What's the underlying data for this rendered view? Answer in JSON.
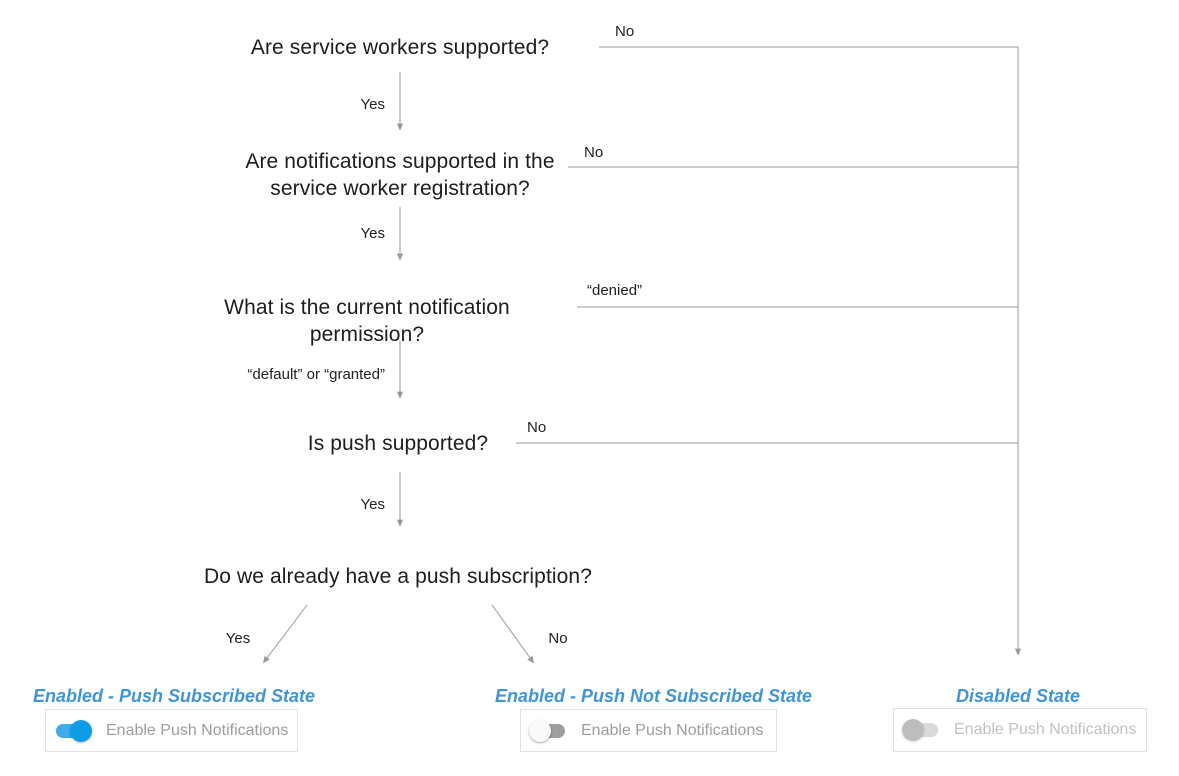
{
  "flowchart": {
    "title_context": "Push notification permission decision flow",
    "questions": [
      {
        "id": "q1",
        "text": "Are service workers supported?"
      },
      {
        "id": "q2",
        "text": "Are notifications supported in the service worker registration?"
      },
      {
        "id": "q3",
        "text": "What is the current notification permission?"
      },
      {
        "id": "q4",
        "text": "Is push supported?"
      },
      {
        "id": "q5",
        "text": "Do we already have a push subscription?"
      }
    ],
    "edge_labels": {
      "q1_yes": "Yes",
      "q1_no": "No",
      "q2_yes": "Yes",
      "q2_no": "No",
      "q3_down": "“default” or “granted”",
      "q3_side": "“denied”",
      "q4_yes": "Yes",
      "q4_no": "No",
      "q5_yes": "Yes",
      "q5_no": "No"
    },
    "states": [
      {
        "label": "Enabled - Push Subscribed State",
        "toggle": "on",
        "control_label": "Enable Push Notifications"
      },
      {
        "label": "Enabled - Push Not Subscribed State",
        "toggle": "off",
        "control_label": "Enable Push Notifications"
      },
      {
        "label": "Disabled State",
        "toggle": "disabled",
        "control_label": "Enable Push Notifications"
      }
    ],
    "colors": {
      "connector_line": "#9a9a9a",
      "question_text": "#1d1d1d",
      "state_label_blue": "#4095d8",
      "toggle_on_track": "#3fabea",
      "toggle_on_knob": "#0d9de6",
      "toggle_off_track": "#9e9e9e",
      "toggle_off_knob": "#fafafa",
      "toggle_disabled_track": "#d9d9d9",
      "toggle_disabled_knob": "#bdbdbd",
      "card_text": "#9e9e9e",
      "card_text_disabled": "#c2c2c2",
      "card_border": "#e2e2e2",
      "background": "#ffffff"
    }
  }
}
